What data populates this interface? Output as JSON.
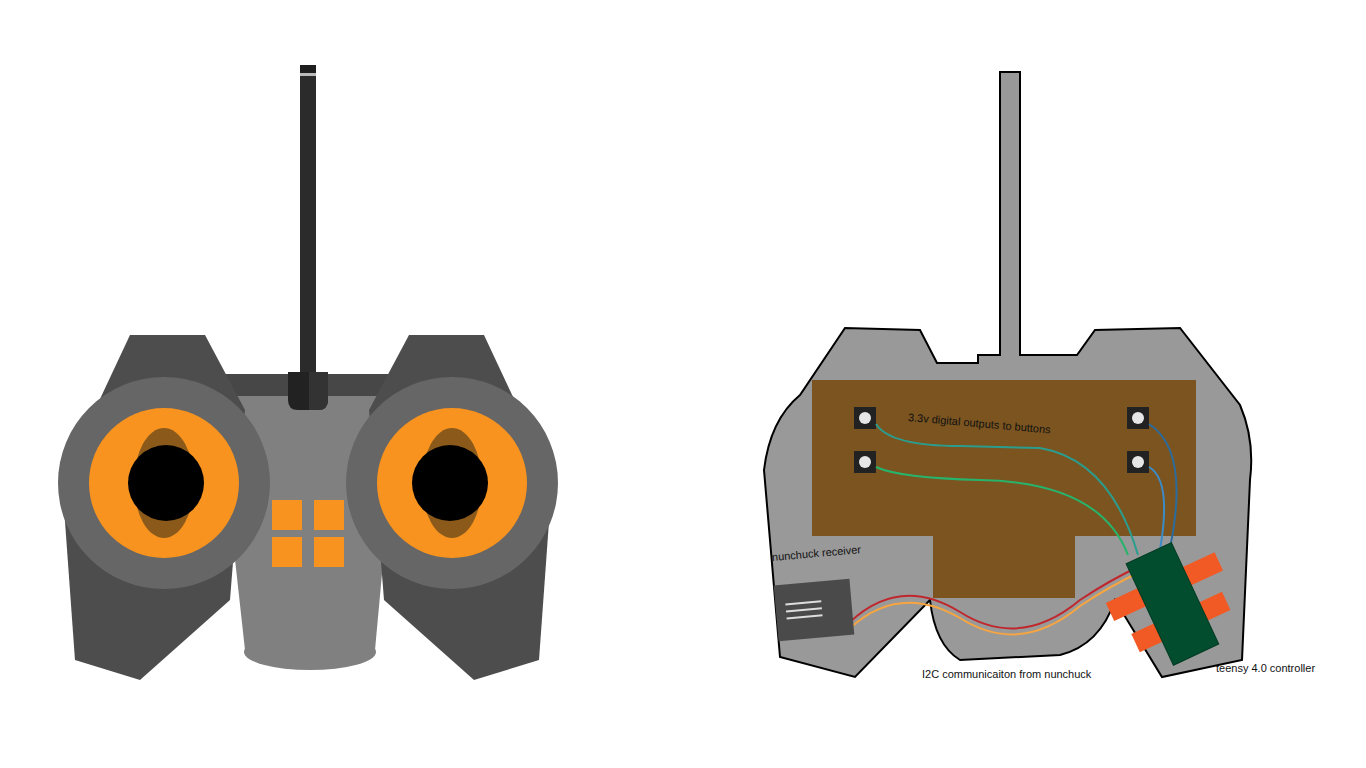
{
  "diagram": {
    "labels": [
      "3.3v digital outputs to buttons",
      "nunchuck receiver",
      "I2C communicaiton from nunchuck",
      "teensy 4.0 controller"
    ]
  }
}
